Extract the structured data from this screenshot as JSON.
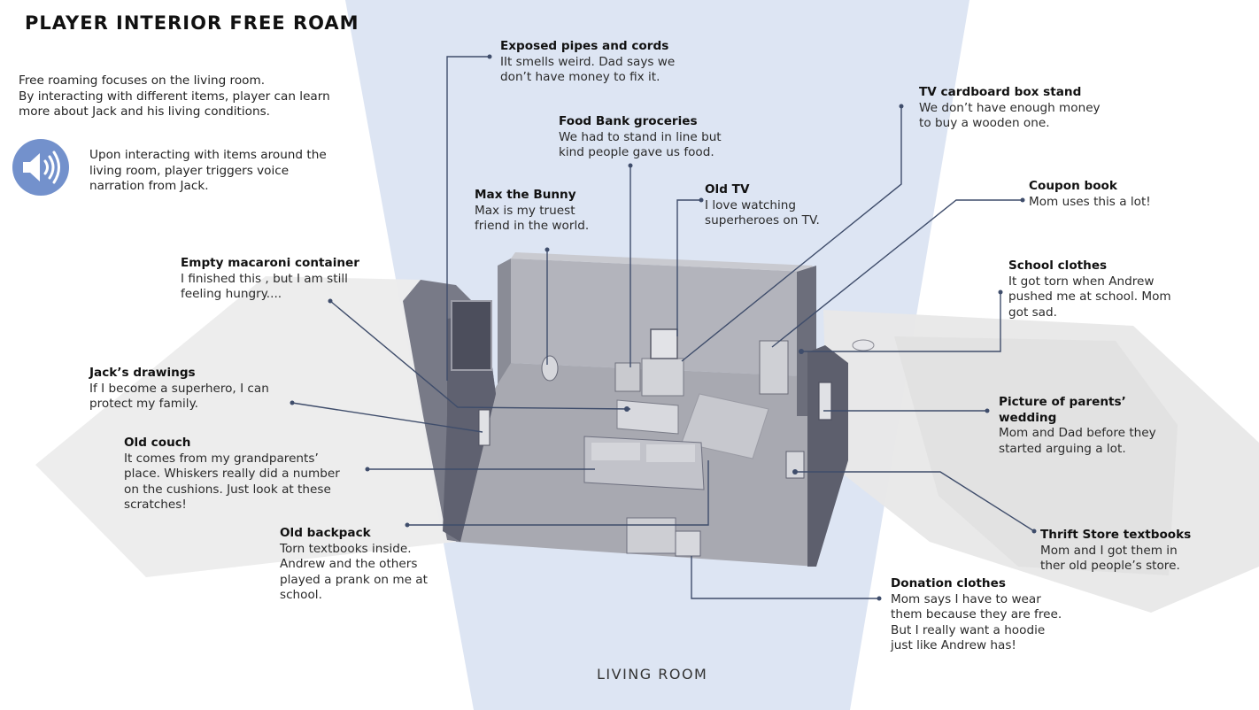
{
  "header": {
    "title": "PLAYER INTERIOR FREE ROAM"
  },
  "intro": {
    "text": "Free roaming focuses on the living room.\nBy interacting with different items, player can learn\nmore about Jack and his  living conditions.",
    "voice_text": "Upon interacting with items around the\nliving room, player triggers voice\nnarration from Jack.",
    "voice_icon": "speaker-icon"
  },
  "room_label": "LIVING ROOM",
  "colors": {
    "beam": "#dde5f3",
    "speaker": "#7391cc",
    "leader": "#3f4d6b"
  },
  "annotations": [
    {
      "title": "Exposed pipes and cords",
      "body": "IIt smells weird. Dad says we\ndon’t have money to fix it."
    },
    {
      "title": "Food Bank groceries",
      "body": "We had to stand in line but\nkind people gave us food."
    },
    {
      "title": "TV cardboard box stand",
      "body": "We don’t have enough money\nto buy a wooden one."
    },
    {
      "title": "Max the Bunny",
      "body": "Max is my truest\nfriend in the world."
    },
    {
      "title": "Old TV",
      "body": "I love watching\nsuperheroes on TV."
    },
    {
      "title": "Coupon book",
      "body": "Mom uses this a lot!"
    },
    {
      "title": "Empty macaroni container",
      "body": "I finished this , but I am still\nfeeling hungry...."
    },
    {
      "title": "School clothes",
      "body": "It got torn when Andrew\npushed me at school. Mom\ngot sad."
    },
    {
      "title": "Jack’s drawings",
      "body": "If I become a superhero, I can\nprotect my family."
    },
    {
      "title": "Picture of parents’\nwedding",
      "body": "Mom and Dad before they\nstarted arguing a lot."
    },
    {
      "title": "Old couch",
      "body": "It comes from my grandparents’\nplace. Whiskers really did a number\non the cushions. Just look at these\nscratches!"
    },
    {
      "title": "Old backpack",
      "body": "Torn textbooks inside.\nAndrew and the others\nplayed a prank on me at\nschool."
    },
    {
      "title": "Thrift Store textbooks",
      "body": "Mom and I got them in\nther old people’s store."
    },
    {
      "title": "Donation clothes",
      "body": "Mom says I have to wear\nthem because they are free.\nBut I really want a hoodie\njust like Andrew has!"
    }
  ]
}
